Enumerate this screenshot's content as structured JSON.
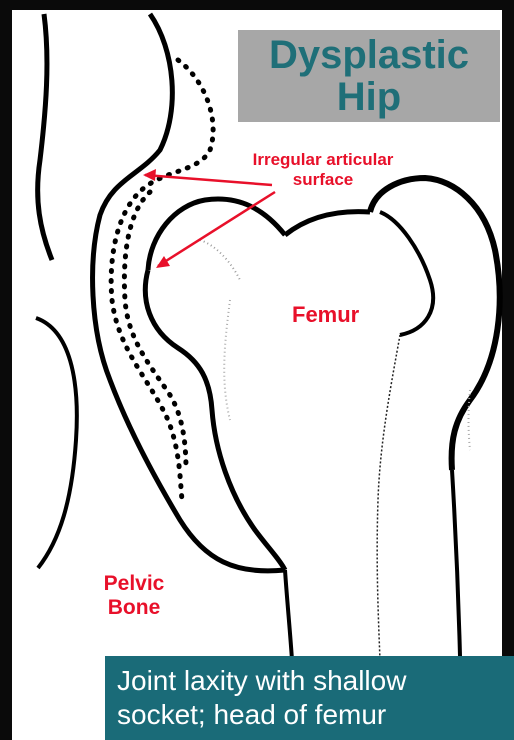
{
  "title": {
    "line1": "Dysplastic",
    "line2": "Hip"
  },
  "labels": {
    "irregular_line1": "Irregular articular",
    "irregular_line2": "surface",
    "femur": "Femur",
    "pelvic_line1": "Pelvic",
    "pelvic_line2": "Bone"
  },
  "caption": {
    "line1": "Joint laxity with shallow",
    "line2": "socket; head of femur"
  },
  "colors": {
    "title_text": "#1f6f78",
    "title_bg": "#a7a7a7",
    "label_red": "#e8102a",
    "caption_bg": "#1a6b78",
    "outline": "#000000"
  }
}
